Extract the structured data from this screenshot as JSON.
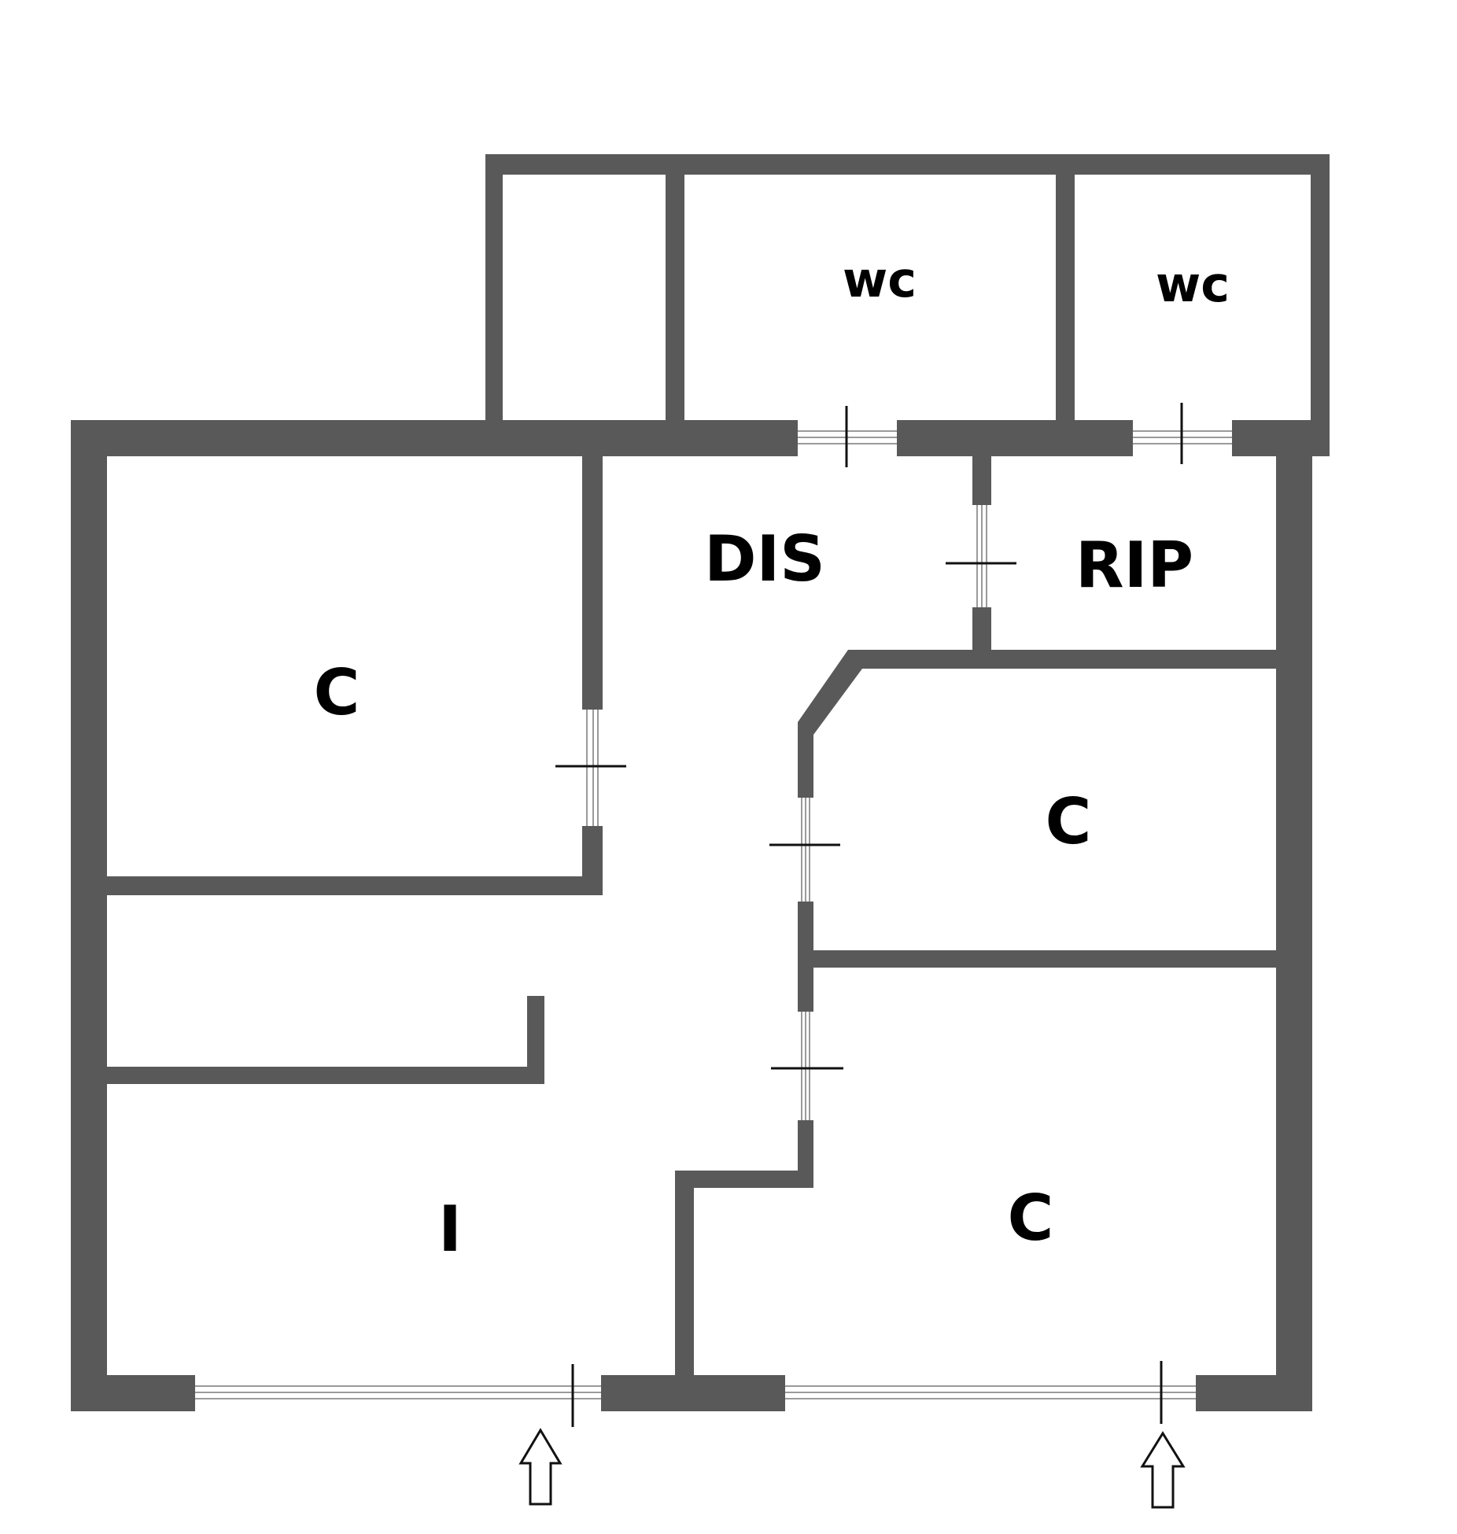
{
  "colors": {
    "wall": "#595959",
    "background": "#ffffff",
    "glazing_line": "#9a9a9a",
    "mark": "#111111"
  },
  "rooms": {
    "wc1": "wc",
    "wc2": "wc",
    "dis": "DIS",
    "rip": "RIP",
    "bedroom_top_left": "C",
    "bedroom_right_mid": "C",
    "bedroom_right_bottom": "C",
    "entrance": "I"
  },
  "entrances": [
    {
      "name": "entry-arrow-left",
      "icon": "up-arrow-icon"
    },
    {
      "name": "entry-arrow-right",
      "icon": "up-arrow-icon"
    }
  ]
}
